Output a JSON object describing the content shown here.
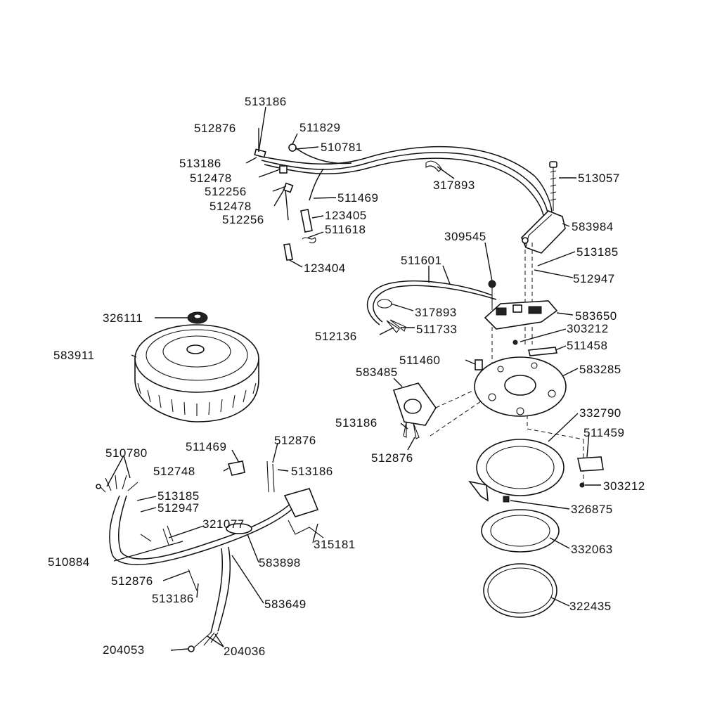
{
  "labels": {
    "p513186_top": "513186",
    "p512876_top": "512876",
    "p511829": "511829",
    "p510781": "510781",
    "p513186_b": "513186",
    "p512478_a": "512478",
    "p512256_a": "512256",
    "p512478_b": "512478",
    "p512256_b": "512256",
    "p511469_top": "511469",
    "p317893_top": "317893",
    "p513057": "513057",
    "p123405": "123405",
    "p511618": "511618",
    "p583984": "583984",
    "p309545": "309545",
    "p513185_top": "513185",
    "p123404": "123404",
    "p511601": "511601",
    "p512947_top": "512947",
    "p326111": "326111",
    "p317893_mid": "317893",
    "p583650": "583650",
    "p512136": "512136",
    "p511733": "511733",
    "p303212_top": "303212",
    "p583911": "583911",
    "p511458": "511458",
    "p511460": "511460",
    "p583485": "583485",
    "p583285": "583285",
    "p332790": "332790",
    "p513186_mid": "513186",
    "p511459": "511459",
    "p512876_mid": "512876",
    "p510780": "510780",
    "p511469_low": "511469",
    "p512876_low": "512876",
    "p512748": "512748",
    "p513186_low": "513186",
    "p303212_low": "303212",
    "p513185_low": "513185",
    "p512947_low": "512947",
    "p326875": "326875",
    "p321077": "321077",
    "p315181": "315181",
    "p332063": "332063",
    "p510884": "510884",
    "p583898": "583898",
    "p512876_bot": "512876",
    "p513186_bot": "513186",
    "p583649": "583649",
    "p322435": "322435",
    "p204053": "204053",
    "p204036": "204036"
  }
}
